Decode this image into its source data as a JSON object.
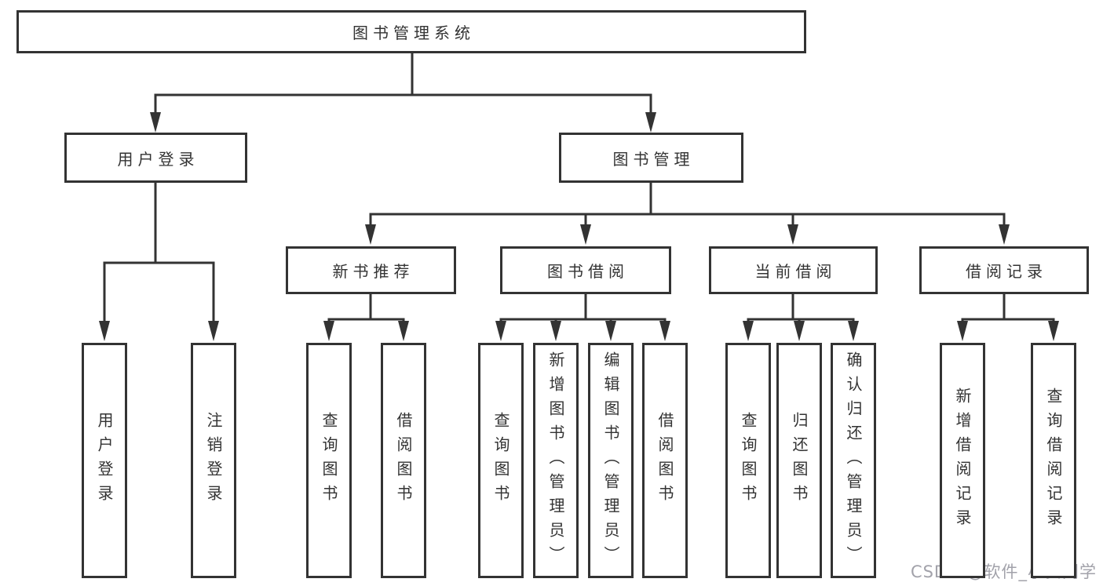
{
  "tree": {
    "root": {
      "label": "图书管理系统",
      "children": [
        {
          "label": "用户登录",
          "children": [
            {
              "label": "用户登录"
            },
            {
              "label": "注销登录"
            }
          ]
        },
        {
          "label": "图书管理",
          "children": [
            {
              "label": "新书推荐",
              "children": [
                {
                  "label": "查询图书"
                },
                {
                  "label": "借阅图书"
                }
              ]
            },
            {
              "label": "图书借阅",
              "children": [
                {
                  "label": "查询图书"
                },
                {
                  "label": "新增图书（管理员）"
                },
                {
                  "label": "编辑图书（管理员）"
                },
                {
                  "label": "借阅图书"
                }
              ]
            },
            {
              "label": "当前借阅",
              "children": [
                {
                  "label": "查询图书"
                },
                {
                  "label": "归还图书"
                },
                {
                  "label": "确认归还（管理员）"
                }
              ]
            },
            {
              "label": "借阅记录",
              "children": [
                {
                  "label": "新增借阅记录"
                },
                {
                  "label": "查询借阅记录"
                }
              ]
            }
          ]
        }
      ]
    }
  },
  "watermark": "CSDN @软件_小贺同学",
  "colors": {
    "line": "#333333",
    "text": "#333333",
    "background": "#ffffff",
    "watermark": "#a2a2aa"
  }
}
